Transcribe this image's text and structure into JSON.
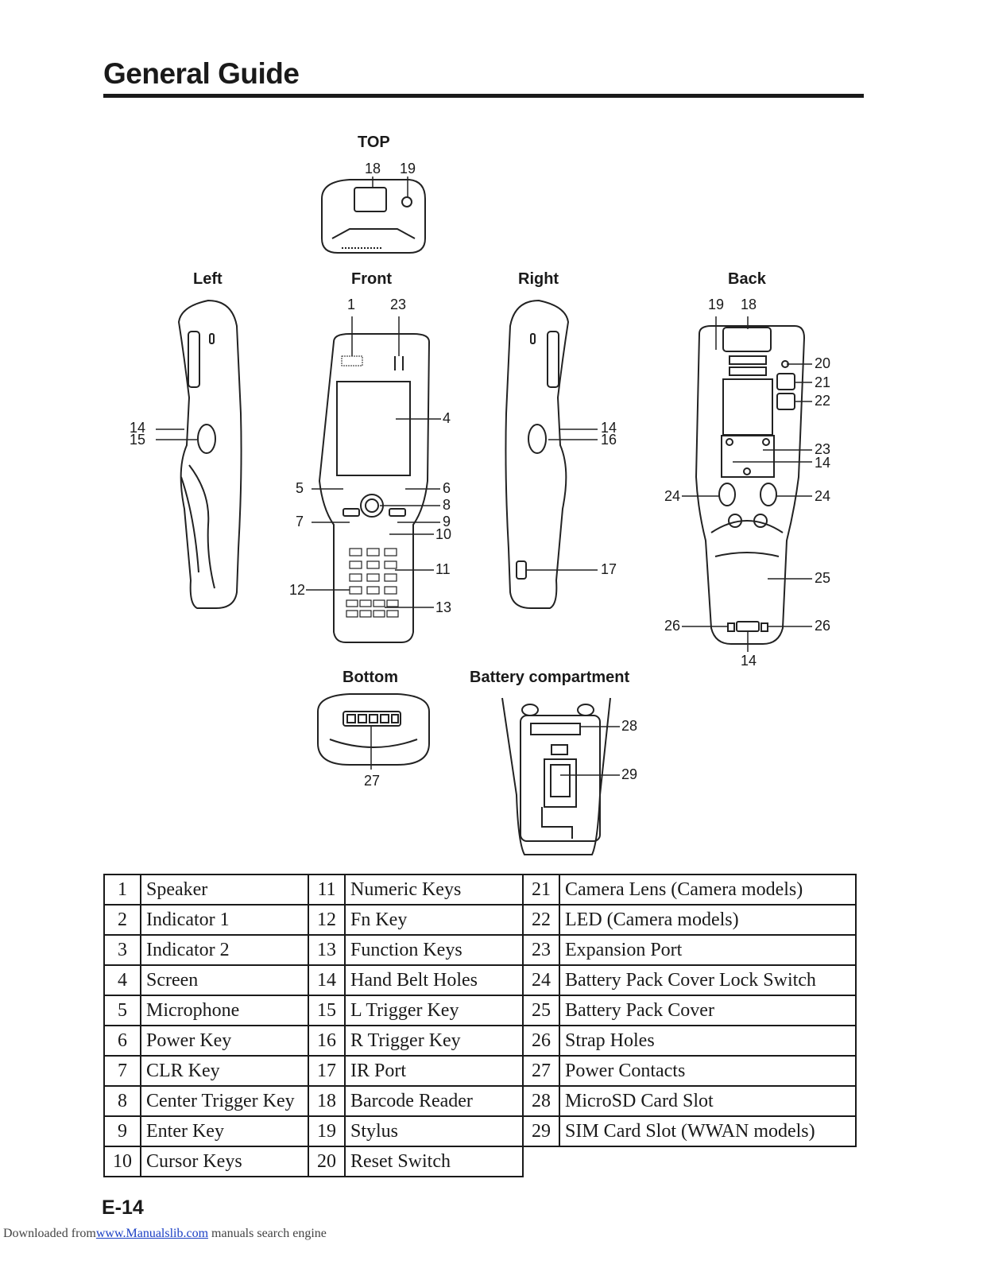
{
  "title": "General Guide",
  "views": {
    "top": "TOP",
    "left": "Left",
    "front": "Front",
    "right": "Right",
    "back": "Back",
    "bottom": "Bottom",
    "battery": "Battery compartment"
  },
  "callouts": {
    "top_18": "18",
    "top_19": "19",
    "front_1": "1",
    "front_23": "23",
    "front_4": "4",
    "front_5": "5",
    "front_6": "6",
    "front_8": "8",
    "front_7": "7",
    "front_9": "9",
    "front_10": "10",
    "front_11": "11",
    "front_12": "12",
    "front_13": "13",
    "left_14": "14",
    "left_15": "15",
    "right_14": "14",
    "right_16": "16",
    "right_17": "17",
    "back_19": "19",
    "back_18": "18",
    "back_20": "20",
    "back_21": "21",
    "back_22": "22",
    "back_23": "23",
    "back_14": "14",
    "back_24a": "24",
    "back_24b": "24",
    "back_25": "25",
    "back_26a": "26",
    "back_26b": "26",
    "back_14b": "14",
    "bottom_27": "27",
    "batt_28": "28",
    "batt_29": "29"
  },
  "parts_rows": [
    {
      "n1": "1",
      "p1": "Speaker",
      "n2": "11",
      "p2": "Numeric Keys",
      "n3": "21",
      "p3": "Camera Lens (Camera models)"
    },
    {
      "n1": "2",
      "p1": "Indicator 1",
      "n2": "12",
      "p2": "Fn Key",
      "n3": "22",
      "p3": "LED (Camera models)"
    },
    {
      "n1": "3",
      "p1": "Indicator 2",
      "n2": "13",
      "p2": "Function Keys",
      "n3": "23",
      "p3": "Expansion Port"
    },
    {
      "n1": "4",
      "p1": "Screen",
      "n2": "14",
      "p2": "Hand Belt Holes",
      "n3": "24",
      "p3": "Battery Pack Cover Lock Switch"
    },
    {
      "n1": "5",
      "p1": "Microphone",
      "n2": "15",
      "p2": "L Trigger Key",
      "n3": "25",
      "p3": "Battery Pack Cover"
    },
    {
      "n1": "6",
      "p1": "Power Key",
      "n2": "16",
      "p2": "R Trigger Key",
      "n3": "26",
      "p3": "Strap Holes"
    },
    {
      "n1": "7",
      "p1": "CLR Key",
      "n2": "17",
      "p2": "IR Port",
      "n3": "27",
      "p3": "Power Contacts"
    },
    {
      "n1": "8",
      "p1": "Center Trigger Key",
      "n2": "18",
      "p2": "Barcode Reader",
      "n3": "28",
      "p3": "MicroSD Card Slot"
    },
    {
      "n1": "9",
      "p1": "Enter Key",
      "n2": "19",
      "p2": "Stylus",
      "n3": "29",
      "p3": "SIM Card Slot (WWAN models)"
    },
    {
      "n1": "10",
      "p1": "Cursor Keys",
      "n2": "20",
      "p2": "Reset Switch",
      "n3": "",
      "p3": ""
    }
  ],
  "page_number": "E-14",
  "footer": {
    "prefix": "Downloaded from",
    "link": "www.Manualslib.com",
    "suffix": " manuals search engine"
  }
}
